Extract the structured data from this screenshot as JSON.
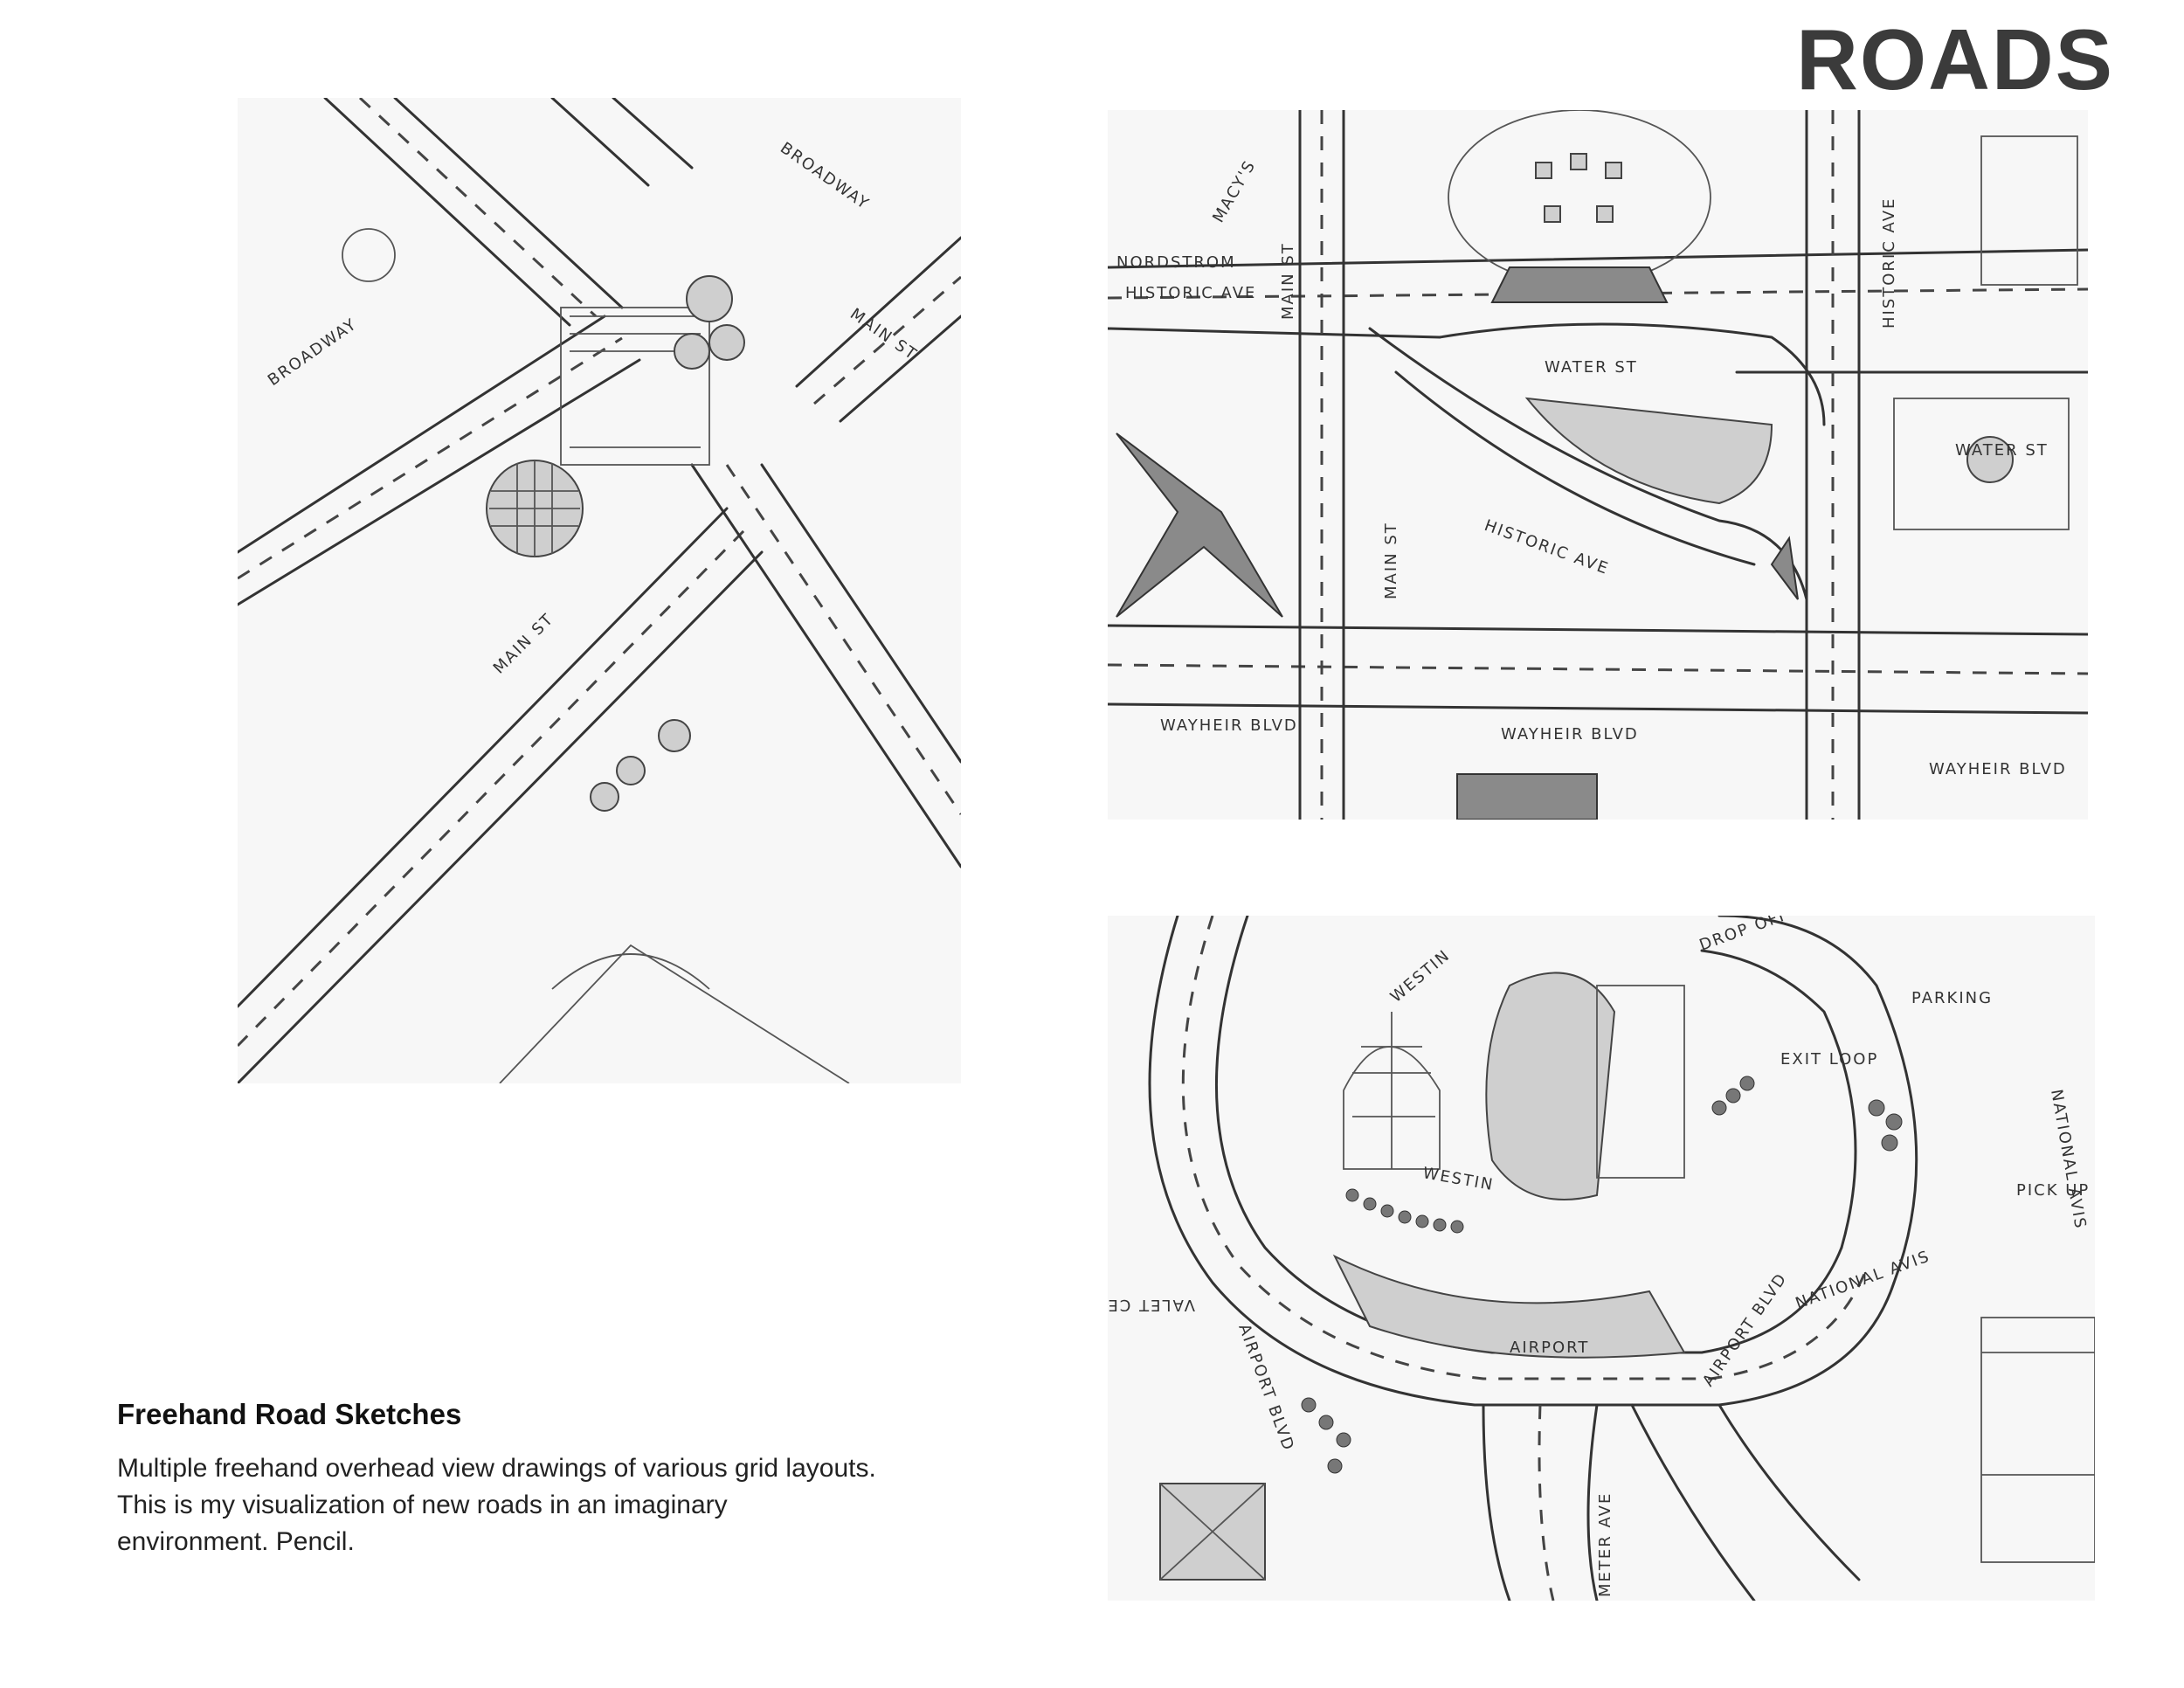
{
  "page": {
    "title": "ROADS"
  },
  "caption": {
    "heading": "Freehand Road Sketches",
    "body": "Multiple freehand overhead view drawings of various grid layouts. This is my visualization of new roads in an imaginary environment. Pencil."
  },
  "sketches": [
    {
      "labels": [
        "BROADWAY",
        "BROADWAY",
        "MAIN ST",
        "MAIN ST"
      ]
    },
    {
      "labels": [
        "HISTORIC AVE",
        "HISTORIC AVE",
        "HISTORIC AVE",
        "MAIN ST",
        "MAIN ST",
        "WATER ST",
        "WATER ST",
        "WAYHEIR BLVD",
        "WAYHEIR BLVD",
        "WAYHEIR BLVD",
        "MACY'S",
        "NORDSTROM"
      ]
    },
    {
      "labels": [
        "WESTIN",
        "WESTIN",
        "AIRPORT BLVD",
        "AIRPORT BLVD",
        "AIRPORT",
        "PARKING",
        "EXIT LOOP",
        "NATIONAL AVIS",
        "NATIONAL AVIS",
        "VALET CENTER",
        "PICK UP",
        "DROP OFF & PICK UP",
        "METER AVE"
      ]
    }
  ]
}
